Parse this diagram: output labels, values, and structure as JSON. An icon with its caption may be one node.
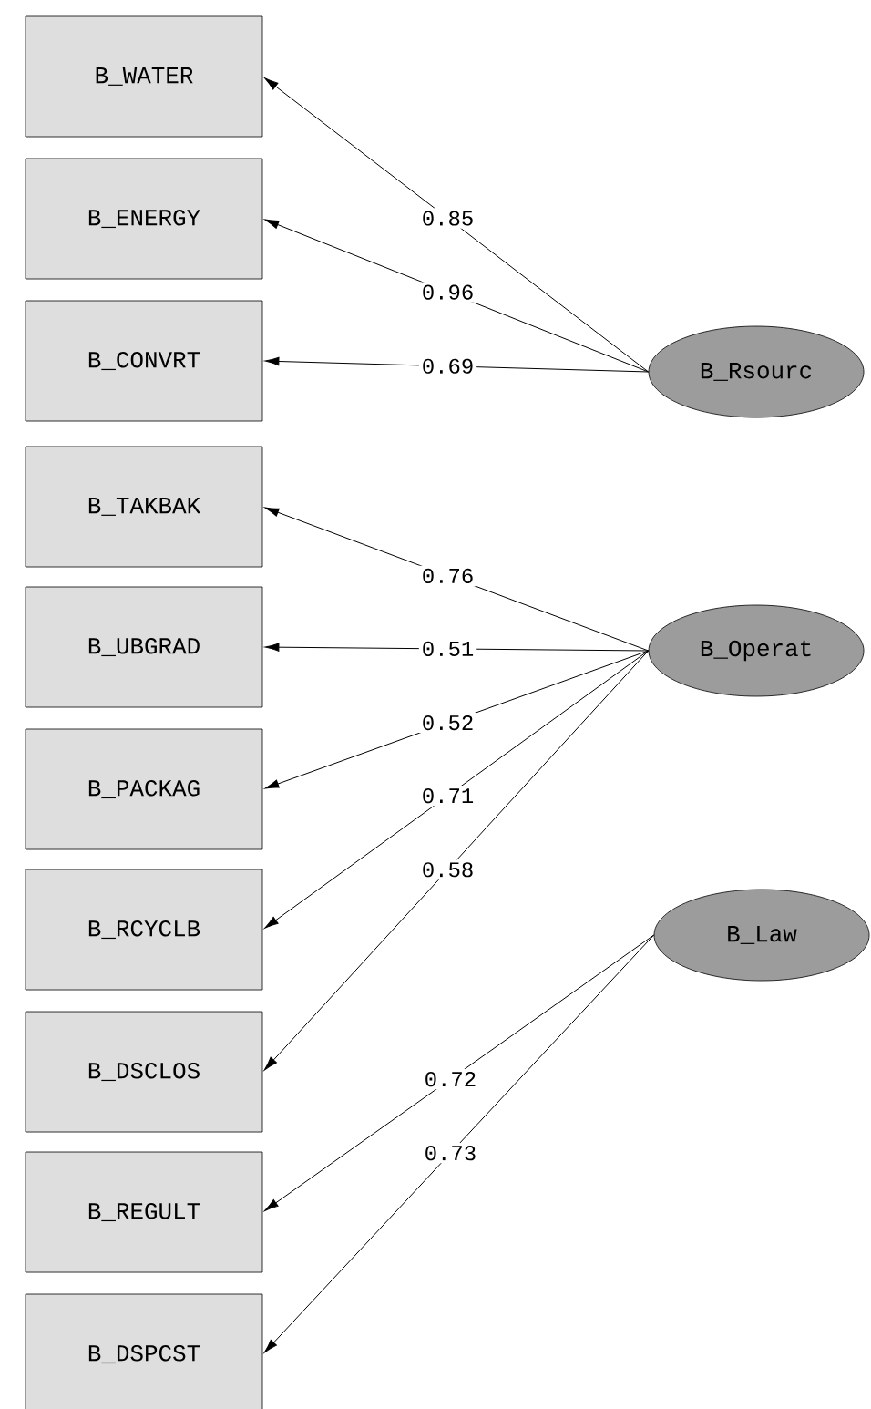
{
  "diagram": {
    "nodes": [
      {
        "text": [
          "B_WATER"
        ]
      },
      {
        "text": [
          "B_ENERGY"
        ]
      },
      {
        "text": [
          "B_CONVRT"
        ]
      },
      {
        "text": [
          "B_TAKBAK"
        ]
      },
      {
        "text": [
          "B_UBGRAD"
        ]
      },
      {
        "text": [
          "B_PACKAG"
        ]
      },
      {
        "text": [
          "B_RCYCLB"
        ]
      },
      {
        "text": [
          "B_DSCLOS"
        ]
      },
      {
        "text": [
          "B_REGULT"
        ]
      },
      {
        "text": [
          "B_DSPCST"
        ]
      },
      {
        "text": [
          "B_Rsourc"
        ]
      },
      {
        "text": [
          "B_Operat"
        ]
      },
      {
        "text": [
          "B_Law"
        ]
      }
    ],
    "edges": [
      {
        "from": 10,
        "to": 0,
        "arrow": "to",
        "label": "0.85"
      },
      {
        "from": 10,
        "to": 1,
        "arrow": "to",
        "label": "0.96"
      },
      {
        "from": 10,
        "to": 2,
        "arrow": "to",
        "label": "0.69"
      },
      {
        "from": 11,
        "to": 3,
        "arrow": "to",
        "label": "0.76"
      },
      {
        "from": 11,
        "to": 4,
        "arrow": "to",
        "label": "0.51"
      },
      {
        "from": 11,
        "to": 5,
        "arrow": "to",
        "label": "0.52"
      },
      {
        "from": 11,
        "to": 6,
        "arrow": "to",
        "label": "0.71"
      },
      {
        "from": 11,
        "to": 7,
        "arrow": "to",
        "label": "0.58"
      },
      {
        "from": 12,
        "to": 8,
        "arrow": "to",
        "label": "0.72"
      },
      {
        "from": 12,
        "to": 9,
        "arrow": "to",
        "label": "0.73"
      }
    ]
  }
}
